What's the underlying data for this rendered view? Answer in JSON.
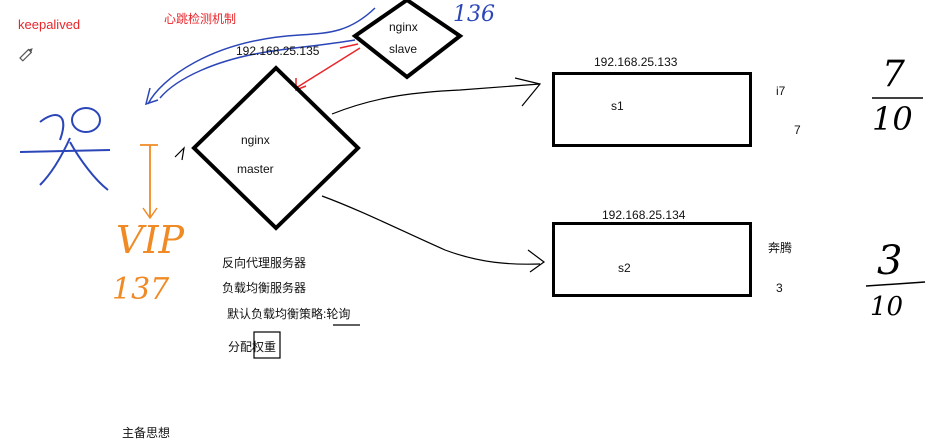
{
  "title": "keepalived",
  "heartbeat_label": "心跳检测机制",
  "master": {
    "ip": "192.168.25.135",
    "line1": "nginx",
    "line2": "master"
  },
  "slave": {
    "line1": "nginx",
    "line2": "slave",
    "handwritten_num": "136"
  },
  "servers": [
    {
      "ip": "192.168.25.133",
      "name": "s1",
      "note1": "i7",
      "note2": "7",
      "fraction_num": "7",
      "fraction_den": "10"
    },
    {
      "ip": "192.168.25.134",
      "name": "s2",
      "note1": "奔腾",
      "note2": "3",
      "fraction_num": "3",
      "fraction_den": "10"
    }
  ],
  "vip": {
    "label": "VIP",
    "number": "137"
  },
  "notes": [
    "反向代理服务器",
    "负载均衡服务器",
    "默认负载均衡策略:轮询",
    "分配权重"
  ],
  "bottom_note": "主备思想",
  "colors": {
    "line": "#000000",
    "red": "#e8262b",
    "blue": "#2b46b8",
    "orange": "#f08a24"
  },
  "icons": [
    "pencil-icon",
    "person-icon"
  ]
}
